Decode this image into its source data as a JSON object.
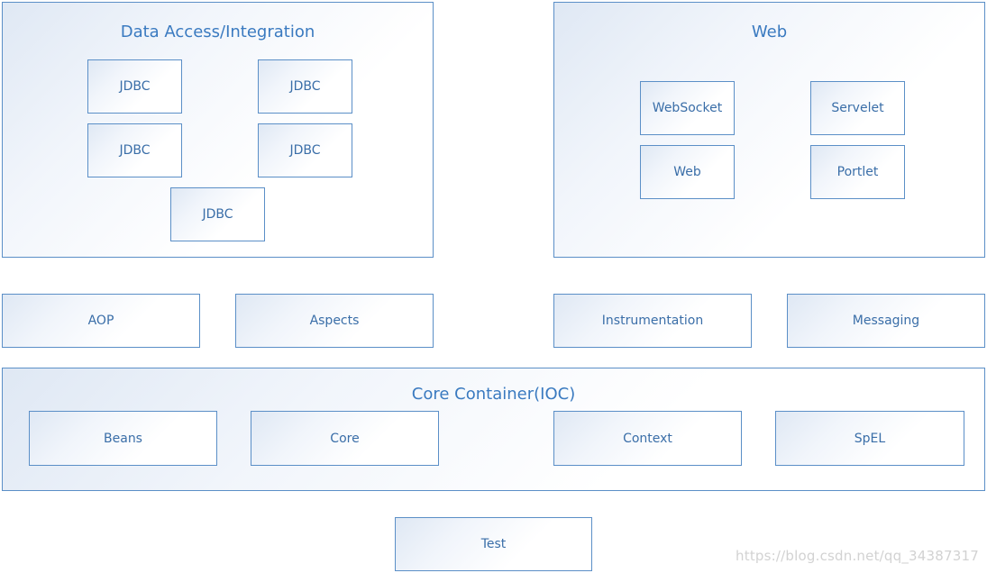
{
  "data_access": {
    "title": "Data Access/Integration",
    "modules": [
      "JDBC",
      "JDBC",
      "JDBC",
      "JDBC",
      "JDBC"
    ]
  },
  "web": {
    "title": "Web",
    "modules": [
      "WebSocket",
      "Servelet",
      "Web",
      "Portlet"
    ]
  },
  "middle_row": [
    "AOP",
    "Aspects",
    "Instrumentation",
    "Messaging"
  ],
  "core_container": {
    "title": "Core Container(IOC)",
    "modules": [
      "Beans",
      "Core",
      "Context",
      "SpEL"
    ]
  },
  "test": "Test",
  "watermark": "https://blog.csdn.net/qq_34387317",
  "colors": {
    "border": "#5b8fc7",
    "text": "#3a6ea8",
    "gradient_start": "#dfe8f4"
  }
}
